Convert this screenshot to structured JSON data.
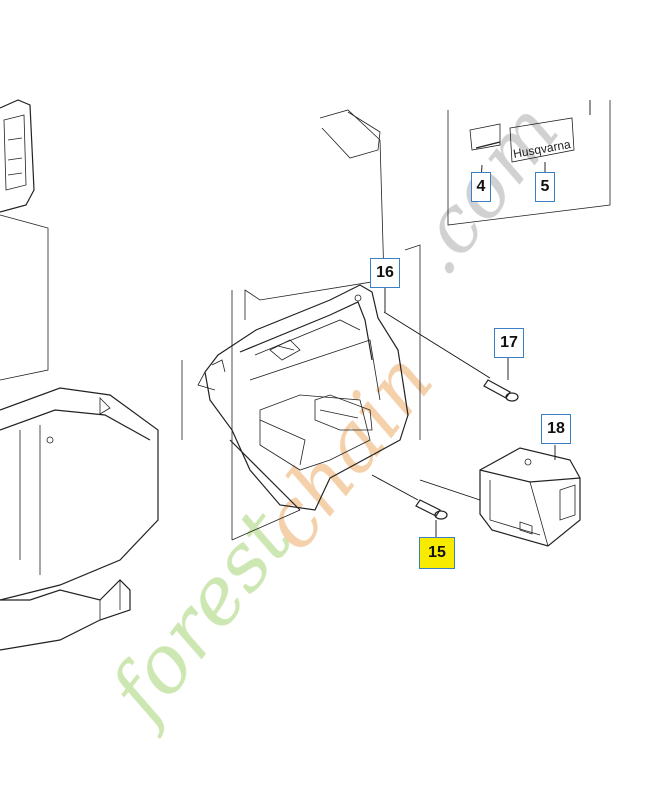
{
  "callouts": [
    {
      "id": "4",
      "label": "4",
      "highlight": false
    },
    {
      "id": "5",
      "label": "5",
      "highlight": false
    },
    {
      "id": "16",
      "label": "16",
      "highlight": false
    },
    {
      "id": "17",
      "label": "17",
      "highlight": false
    },
    {
      "id": "18",
      "label": "18",
      "highlight": false
    },
    {
      "id": "15",
      "label": "15",
      "highlight": true
    }
  ],
  "brand_label": "Husqvarna",
  "watermark": {
    "part1": "forest",
    "part2": "chain",
    "part3": ".com",
    "colors": {
      "forest": "#c5e3a4",
      "chain": "#f3c89c",
      "com": "#c9c9c9"
    }
  },
  "colors": {
    "callout_border": "#3b7fc4",
    "highlight": "#f7ec00",
    "line": "#222222"
  }
}
